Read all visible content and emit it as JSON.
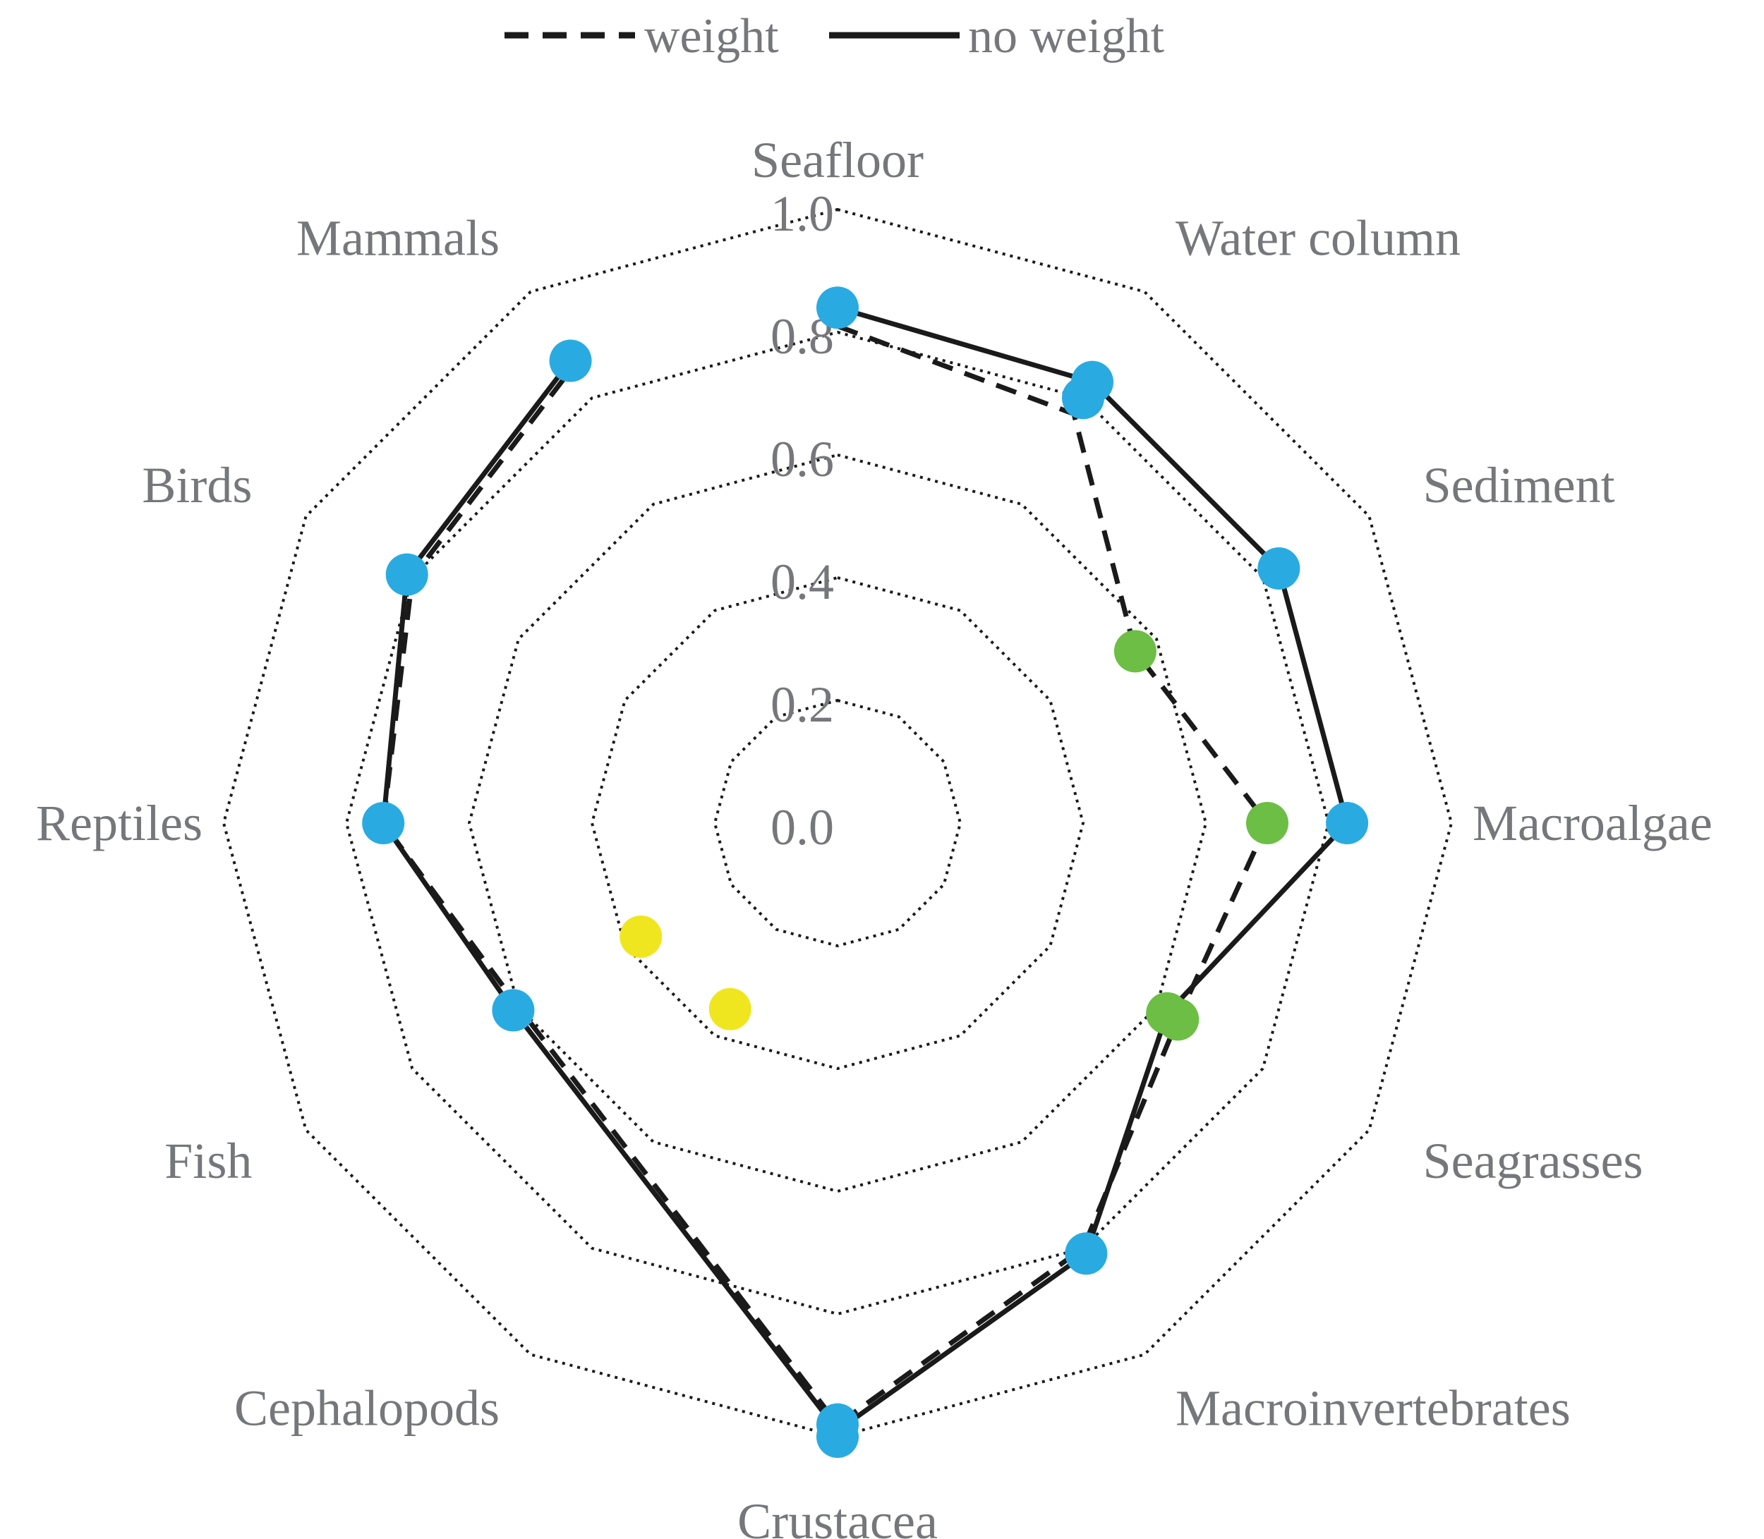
{
  "chart_data": {
    "type": "radar",
    "categories": [
      "Seafloor",
      "Water column",
      "Sediment",
      "Macroalgae",
      "Seagrasses",
      "Macroinvertebrates",
      "Crustacea",
      "Cephalopods",
      "Fish",
      "Reptiles",
      "Birds",
      "Mammals"
    ],
    "rlim": [
      0,
      1
    ],
    "rticks": [
      "0.0",
      "0.2",
      "0.4",
      "0.6",
      "0.8",
      "1.0"
    ],
    "grid": true,
    "legend_position": "top-center",
    "series": [
      {
        "name": "weight",
        "line_style": "dashed",
        "values": [
          0.81,
          0.77,
          0.56,
          0.7,
          0.64,
          0.8,
          0.98,
          null,
          0.6,
          0.74,
          0.8,
          0.86
        ]
      },
      {
        "name": "no weight",
        "line_style": "solid",
        "values": [
          0.84,
          0.83,
          0.83,
          0.83,
          0.62,
          0.81,
          0.99,
          null,
          0.61,
          0.74,
          0.81,
          0.87
        ]
      }
    ],
    "points": [
      {
        "category": "Seafloor",
        "value": 0.84,
        "color": "#29abe2"
      },
      {
        "category": "Water column",
        "value": 0.83,
        "color": "#29abe2"
      },
      {
        "category": "Water column",
        "value": 0.8,
        "color": "#29abe2"
      },
      {
        "category": "Sediment",
        "value": 0.83,
        "color": "#29abe2"
      },
      {
        "category": "Sediment",
        "value": 0.56,
        "color": "#6dbe45"
      },
      {
        "category": "Macroalgae",
        "value": 0.83,
        "color": "#29abe2"
      },
      {
        "category": "Macroalgae",
        "value": 0.7,
        "color": "#6dbe45"
      },
      {
        "category": "Seagrasses",
        "value": 0.64,
        "color": "#6dbe45"
      },
      {
        "category": "Seagrasses",
        "value": 0.62,
        "color": "#6dbe45"
      },
      {
        "category": "Macroinvertebrates",
        "value": 0.81,
        "color": "#29abe2"
      },
      {
        "category": "Crustacea",
        "value": 0.98,
        "color": "#29abe2"
      },
      {
        "category": "Crustacea",
        "value": 1.0,
        "color": "#29abe2"
      },
      {
        "category": "Fish",
        "value": 0.37,
        "color": "#f0e620"
      },
      {
        "category": "Fish",
        "value": 0.61,
        "color": "#29abe2"
      },
      {
        "category": "Cephalopods",
        "value": 0.35,
        "color": "#f0e620"
      },
      {
        "category": "Reptiles",
        "value": 0.74,
        "color": "#29abe2"
      },
      {
        "category": "Birds",
        "value": 0.81,
        "color": "#29abe2"
      },
      {
        "category": "Mammals",
        "value": 0.87,
        "color": "#29abe2"
      }
    ]
  }
}
